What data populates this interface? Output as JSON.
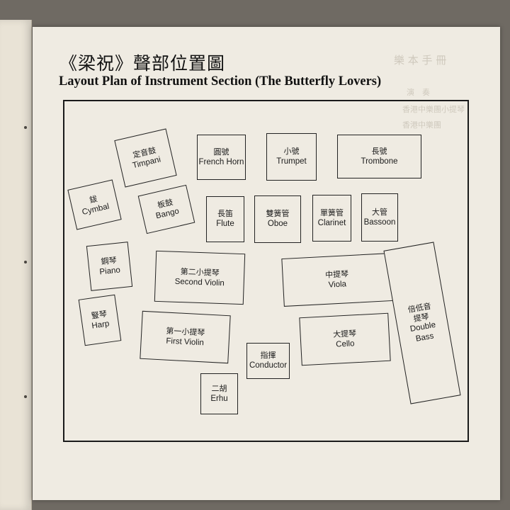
{
  "title_zh": "《梁祝》聲部位置圖",
  "title_en": "Layout Plan of Instrument Section (The Butterfly Lovers)",
  "instruments": [
    {
      "id": "timpani",
      "zh": "定音鼓",
      "en": "Timpani"
    },
    {
      "id": "french-horn",
      "zh": "圓號",
      "en": "French Horn"
    },
    {
      "id": "trumpet",
      "zh": "小號",
      "en": "Trumpet"
    },
    {
      "id": "trombone",
      "zh": "長號",
      "en": "Trombone"
    },
    {
      "id": "cymbal",
      "zh": "鈸",
      "en": "Cymbal"
    },
    {
      "id": "bango",
      "zh": "板鼓",
      "en": "Bango"
    },
    {
      "id": "flute",
      "zh": "長笛",
      "en": "Flute"
    },
    {
      "id": "oboe",
      "zh": "雙簧管",
      "en": "Oboe"
    },
    {
      "id": "clarinet",
      "zh": "單簧管",
      "en": "Clarinet"
    },
    {
      "id": "bassoon",
      "zh": "大管",
      "en": "Bassoon"
    },
    {
      "id": "piano",
      "zh": "鋼琴",
      "en": "Piano"
    },
    {
      "id": "second-violin",
      "zh": "第二小提琴",
      "en": "Second Violin"
    },
    {
      "id": "viola",
      "zh": "中提琴",
      "en": "Viola"
    },
    {
      "id": "double-bass",
      "zh": "倍低音提琴",
      "en": "Double Bass"
    },
    {
      "id": "harp",
      "zh": "豎琴",
      "en": "Harp"
    },
    {
      "id": "first-violin",
      "zh": "第一小提琴",
      "en": "First Violin"
    },
    {
      "id": "cello",
      "zh": "大提琴",
      "en": "Cello"
    },
    {
      "id": "conductor",
      "zh": "指揮",
      "en": "Conductor"
    },
    {
      "id": "erhu",
      "zh": "二胡",
      "en": "Erhu"
    }
  ],
  "double_bass_zh_lines": [
    "倍低音",
    "提琴"
  ],
  "double_bass_en_lines": [
    "Double",
    "Bass"
  ]
}
